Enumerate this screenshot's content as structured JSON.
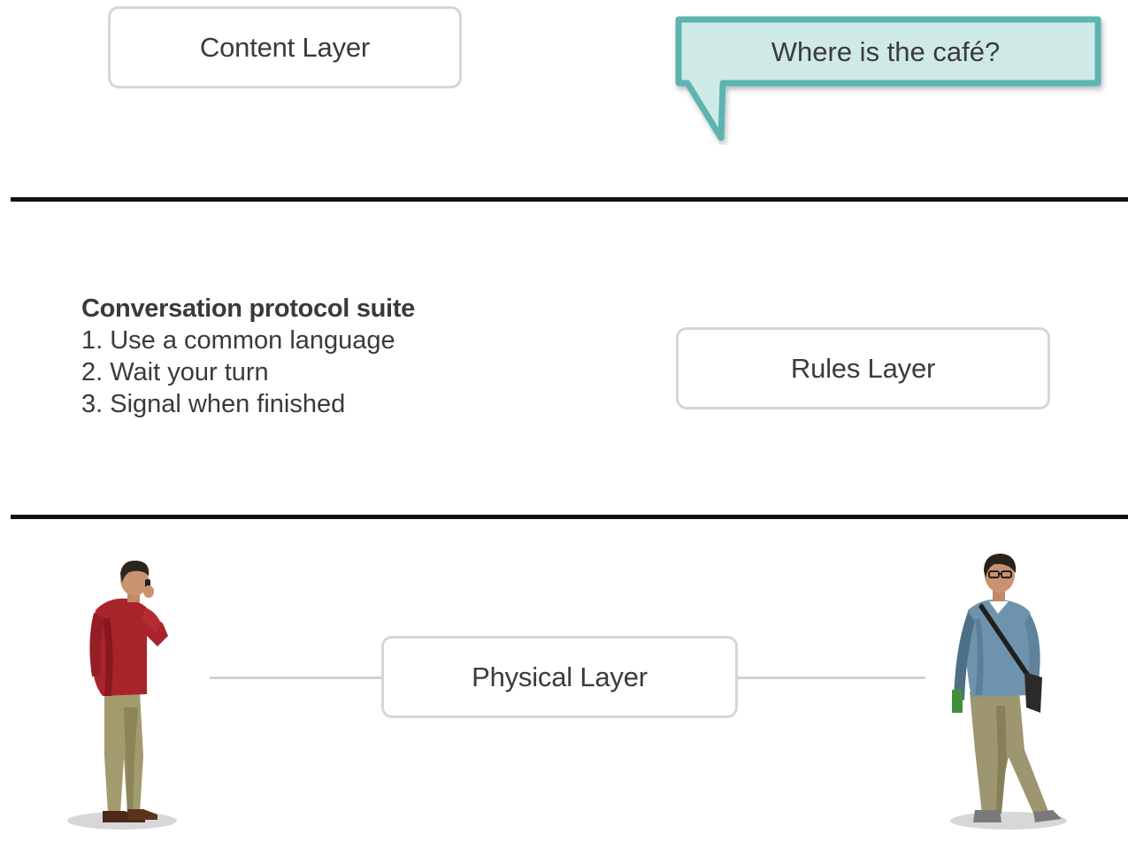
{
  "content_layer": {
    "label": "Content Layer"
  },
  "speech_bubble": {
    "text": "Where is the café?"
  },
  "rules_layer": {
    "label": "Rules Layer"
  },
  "protocol": {
    "title": "Conversation protocol suite",
    "items": [
      "1. Use a common language",
      "2. Wait your turn",
      "3. Signal when finished"
    ]
  },
  "physical_layer": {
    "label": "Physical Layer"
  },
  "colors": {
    "bubble_fill": "#cfe9e6",
    "bubble_border": "#5bb5b0",
    "box_border": "#d6d6d6",
    "divider": "#111111"
  },
  "icons": {
    "left_person": "person-on-phone-icon",
    "right_person": "person-with-bag-icon"
  }
}
